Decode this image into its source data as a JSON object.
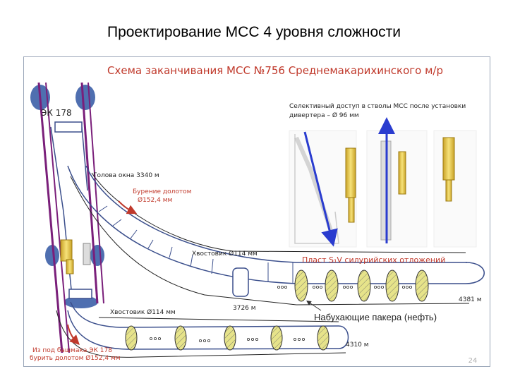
{
  "slide": {
    "title": "Проектирование МСС 4 уровня сложности",
    "subtitle": "Схема заканчивания МСС №756 Среднемакарихинского м/р",
    "page_number": "24"
  },
  "labels": {
    "casing": "ЭК 178",
    "window_top": "Голова окна 3340 м",
    "drilling_top_1": "Бурение долотом",
    "drilling_top_2": "Ø152,4 мм",
    "selective_access_1": "Селективный доступ в стволы МСС после установки",
    "selective_access_2": "дивертера – Ø 96 мм",
    "liner_upper": "Хвостовик Ø114 мм",
    "formation": "Пласт S₁V силурийских отложений",
    "depth_3726": "3726 м",
    "depth_4381": "4381 м",
    "liner_lower": "Хвостовик Ø114 мм",
    "swelling_packers": "Набухающие пакера (нефть)",
    "depth_4310": "4310 м",
    "drilling_shoe_1": "Из под башмака ЭК 178",
    "drilling_shoe_2": "бурить долотом Ø152,4 мм"
  },
  "colors": {
    "casing_purple": "#7a1f7a",
    "pipe_outline": "#3b4f8c",
    "packer_fill": "#e6e38a",
    "centralizer_blue": "#4f6fb0",
    "liner_yellow": "#e8c84a",
    "arrow_blue": "#2a3ccf",
    "accent_red": "#c0392b"
  }
}
